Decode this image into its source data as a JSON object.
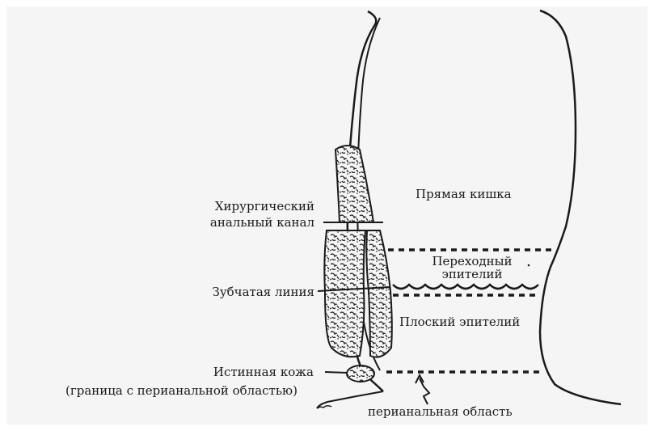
{
  "labels": {
    "rectum": "Прямая кишка",
    "surgical_line1": "Хирургический",
    "surgical_line2": "анальный канал",
    "transitional_line1": "Переходный",
    "transitional_line2": "эпителий",
    "dentate": "Зубчатая линия",
    "squamous": "Плоский эпителий",
    "true_skin": "Истинная кожа",
    "border": "(граница с перианальной областью)",
    "perianal": "перианальная область"
  },
  "colors": {
    "ink": "#1a1a1a",
    "panel": "#f5f5f5"
  }
}
